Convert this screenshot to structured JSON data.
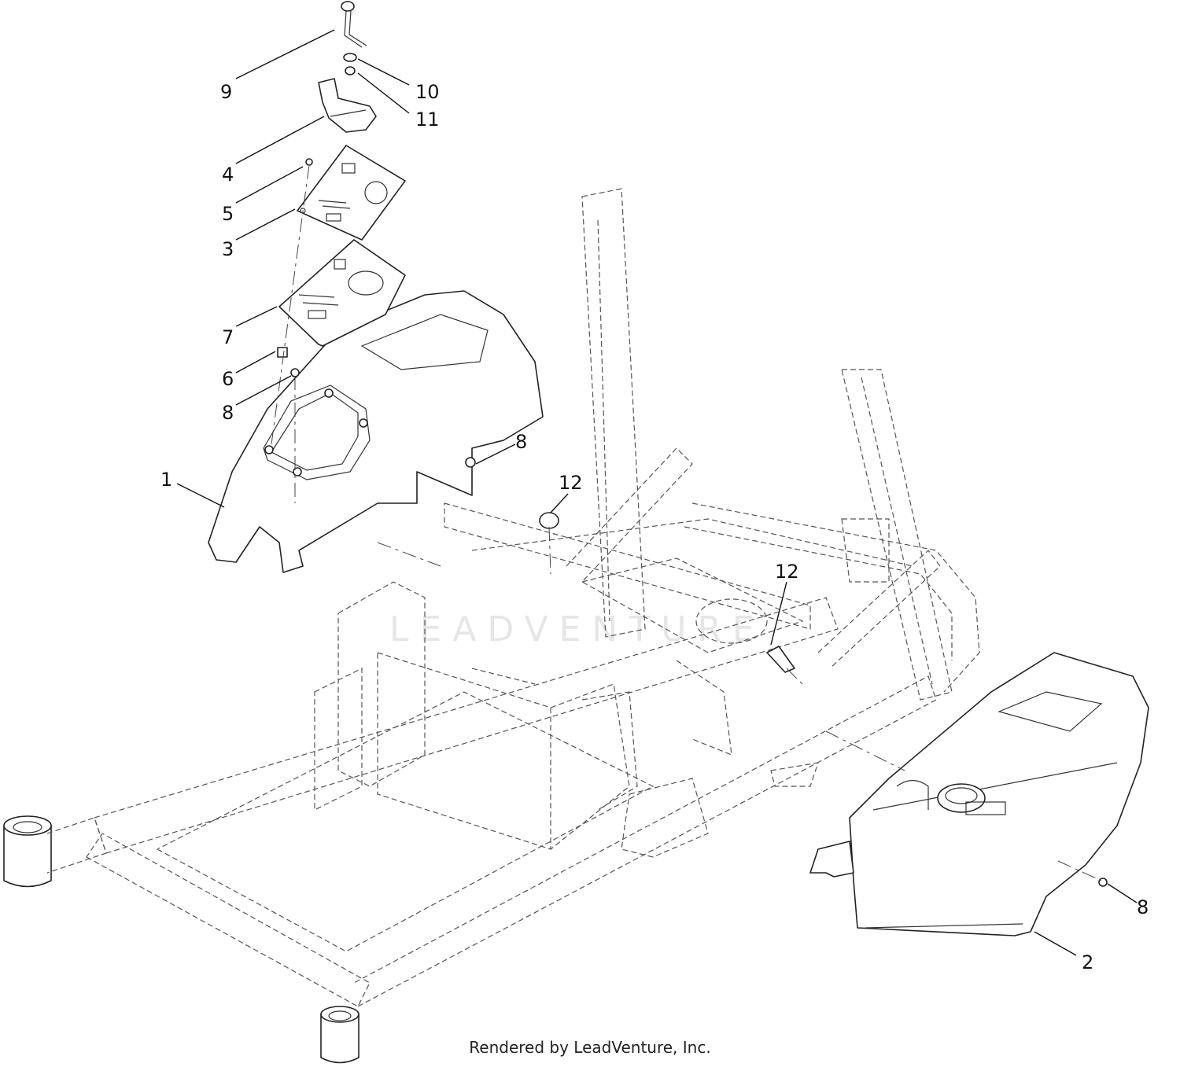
{
  "watermark": "LEADVENTURE",
  "footer": "Rendered by LeadVenture, Inc.",
  "callouts": [
    {
      "id": "c9",
      "label": "9"
    },
    {
      "id": "c10",
      "label": "10"
    },
    {
      "id": "c11",
      "label": "11"
    },
    {
      "id": "c4",
      "label": "4"
    },
    {
      "id": "c5",
      "label": "5"
    },
    {
      "id": "c3",
      "label": "3"
    },
    {
      "id": "c7",
      "label": "7"
    },
    {
      "id": "c6",
      "label": "6"
    },
    {
      "id": "c8a",
      "label": "8"
    },
    {
      "id": "c8b",
      "label": "8"
    },
    {
      "id": "c1",
      "label": "1"
    },
    {
      "id": "c12a",
      "label": "12"
    },
    {
      "id": "c12b",
      "label": "12"
    },
    {
      "id": "c8c",
      "label": "8"
    },
    {
      "id": "c2",
      "label": "2"
    }
  ]
}
